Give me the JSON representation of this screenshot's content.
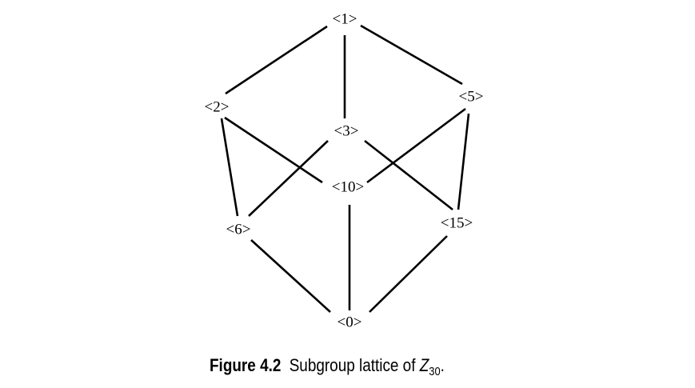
{
  "diagram": {
    "nodes": [
      {
        "id": "1",
        "label": "<1>"
      },
      {
        "id": "2",
        "label": "<2>"
      },
      {
        "id": "5",
        "label": "<5>"
      },
      {
        "id": "3",
        "label": "<3>"
      },
      {
        "id": "10",
        "label": "<10>"
      },
      {
        "id": "6",
        "label": "<6>"
      },
      {
        "id": "15",
        "label": "<15>"
      },
      {
        "id": "0",
        "label": "<0>"
      }
    ],
    "edges": [
      [
        "1",
        "2"
      ],
      [
        "1",
        "3"
      ],
      [
        "1",
        "5"
      ],
      [
        "2",
        "6"
      ],
      [
        "2",
        "10"
      ],
      [
        "3",
        "6"
      ],
      [
        "3",
        "15"
      ],
      [
        "5",
        "10"
      ],
      [
        "5",
        "15"
      ],
      [
        "6",
        "0"
      ],
      [
        "10",
        "0"
      ],
      [
        "15",
        "0"
      ]
    ]
  },
  "caption": {
    "label": "Figure 4.2",
    "text": "Subgroup lattice of ",
    "group": "Z",
    "subscript": "30",
    "end": "."
  }
}
